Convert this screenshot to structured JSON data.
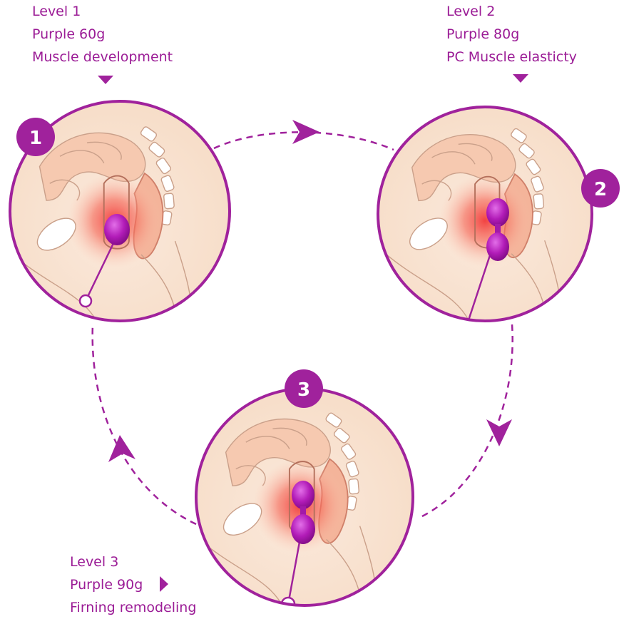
{
  "accent_color": "#a0229c",
  "stages": [
    {
      "number": "1",
      "level": "Level 1",
      "weight": "Purple 60g",
      "benefit": "Muscle development",
      "balls": 1
    },
    {
      "number": "2",
      "level": "Level 2",
      "weight": "Purple 80g",
      "benefit": "PC Muscle elasticty",
      "balls": 2
    },
    {
      "number": "3",
      "level": "Level 3",
      "weight": "Purple 90g",
      "benefit": "Firning remodeling",
      "balls": 2
    }
  ]
}
